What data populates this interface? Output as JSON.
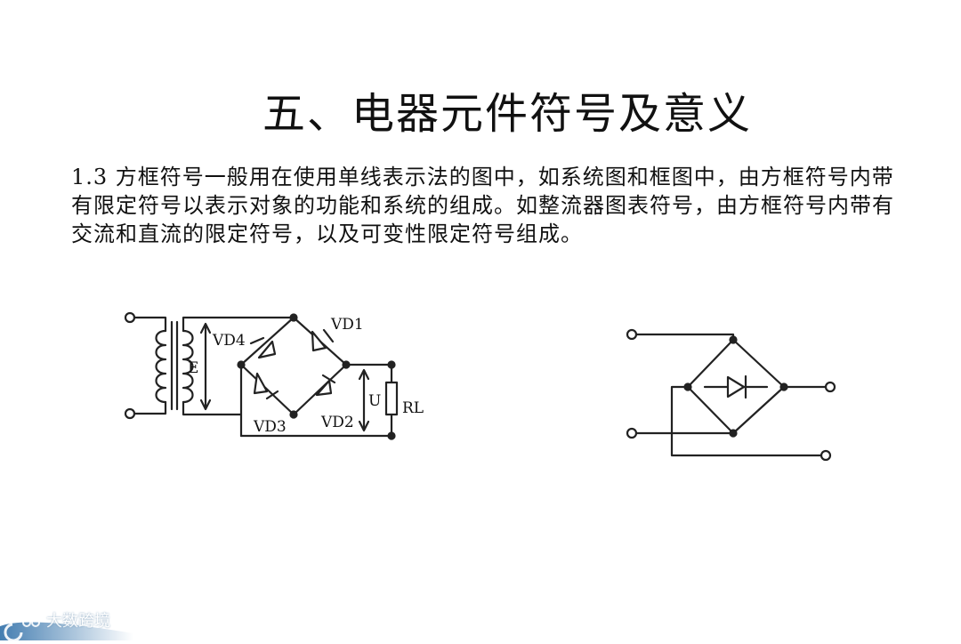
{
  "title": "五、电器元件符号及意义",
  "paragraph": "1.3 方框符号一般用在使用单线表示法的图中，如系统图和框图中，由方框符号内带有限定符号以表示对象的功能和系统的组成。如整流器图表符号，由方框符号内带有交流和直流的限定符号，以及可变性限定符号组成。",
  "circuit_labels": {
    "vd1": "VD1",
    "vd2": "VD2",
    "vd3": "VD3",
    "vd4": "VD4",
    "e": "E",
    "u": "U",
    "rl": "RL"
  },
  "watermark": {
    "text": "大数跨境"
  }
}
